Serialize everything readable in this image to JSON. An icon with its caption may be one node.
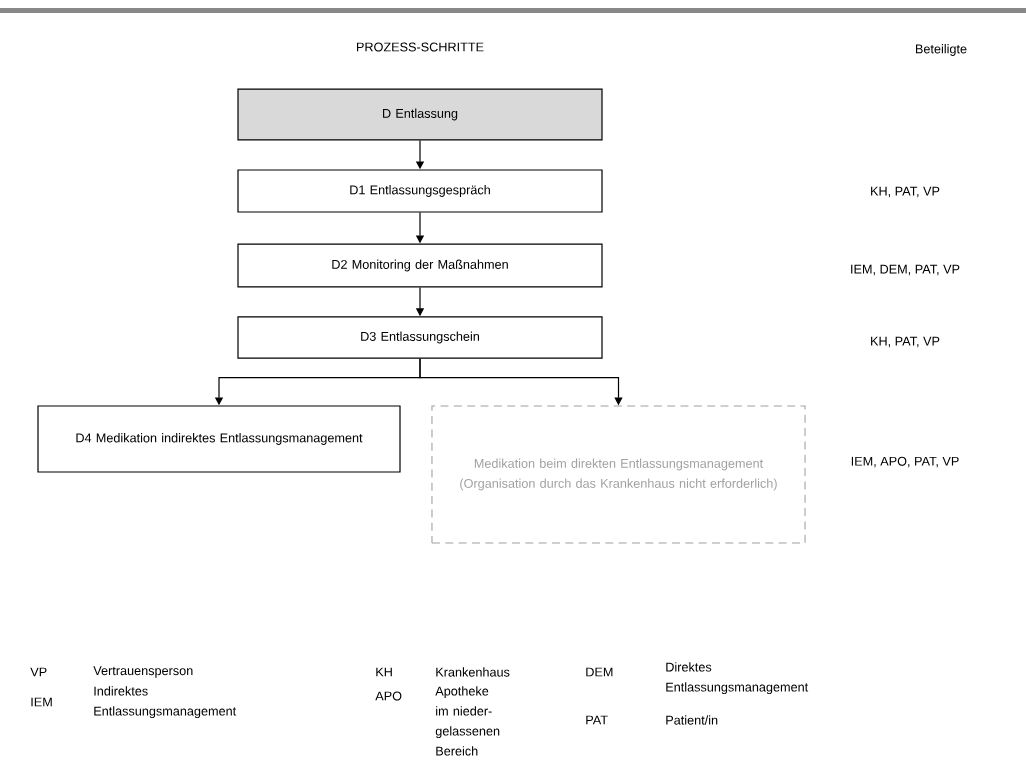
{
  "diagram": {
    "nodes": [
      {
        "text": [
          "D Entlassung"
        ]
      },
      {
        "text": [
          "D1 Entlassungsgespräch"
        ]
      },
      {
        "text": [
          "D2 Monitoring der Maßnahmen"
        ]
      },
      {
        "text": [
          "D3 Entlassungschein"
        ]
      },
      {
        "text": [
          "D4 Medikation indirektes Entlassungsmanagement"
        ]
      },
      {
        "text": [
          "Medikation beim direkten Entlassungsmanagement (Organisation durch das Krankenhaus nicht erforderlich)"
        ]
      }
    ],
    "edges": [
      {
        "from": 0,
        "to": 1,
        "arrow": "to"
      },
      {
        "from": 1,
        "to": 2,
        "arrow": "to"
      },
      {
        "from": 2,
        "to": 3,
        "arrow": "to"
      },
      {
        "from": 3,
        "to": 4,
        "arrow": "to"
      },
      {
        "from": 3,
        "to": 5,
        "arrow": "to"
      }
    ],
    "labels": [
      "PROZESS-SCHRITTE",
      "Beteiligte",
      "KH, PAT, VP",
      "IEM, DEM, PAT, VP",
      "KH, PAT, VP",
      "IEM, APO, PAT, VP",
      "VP",
      "Vertrauensperson",
      "KH",
      "Krankenhaus",
      "DEM",
      "Direktes Entlassungsmanagement",
      "IEM",
      "Indirektes Entlassungsmanagement",
      "APO",
      "Apotheke im nieder- gelassenen Bereich",
      "PAT",
      "Patient/in"
    ]
  }
}
